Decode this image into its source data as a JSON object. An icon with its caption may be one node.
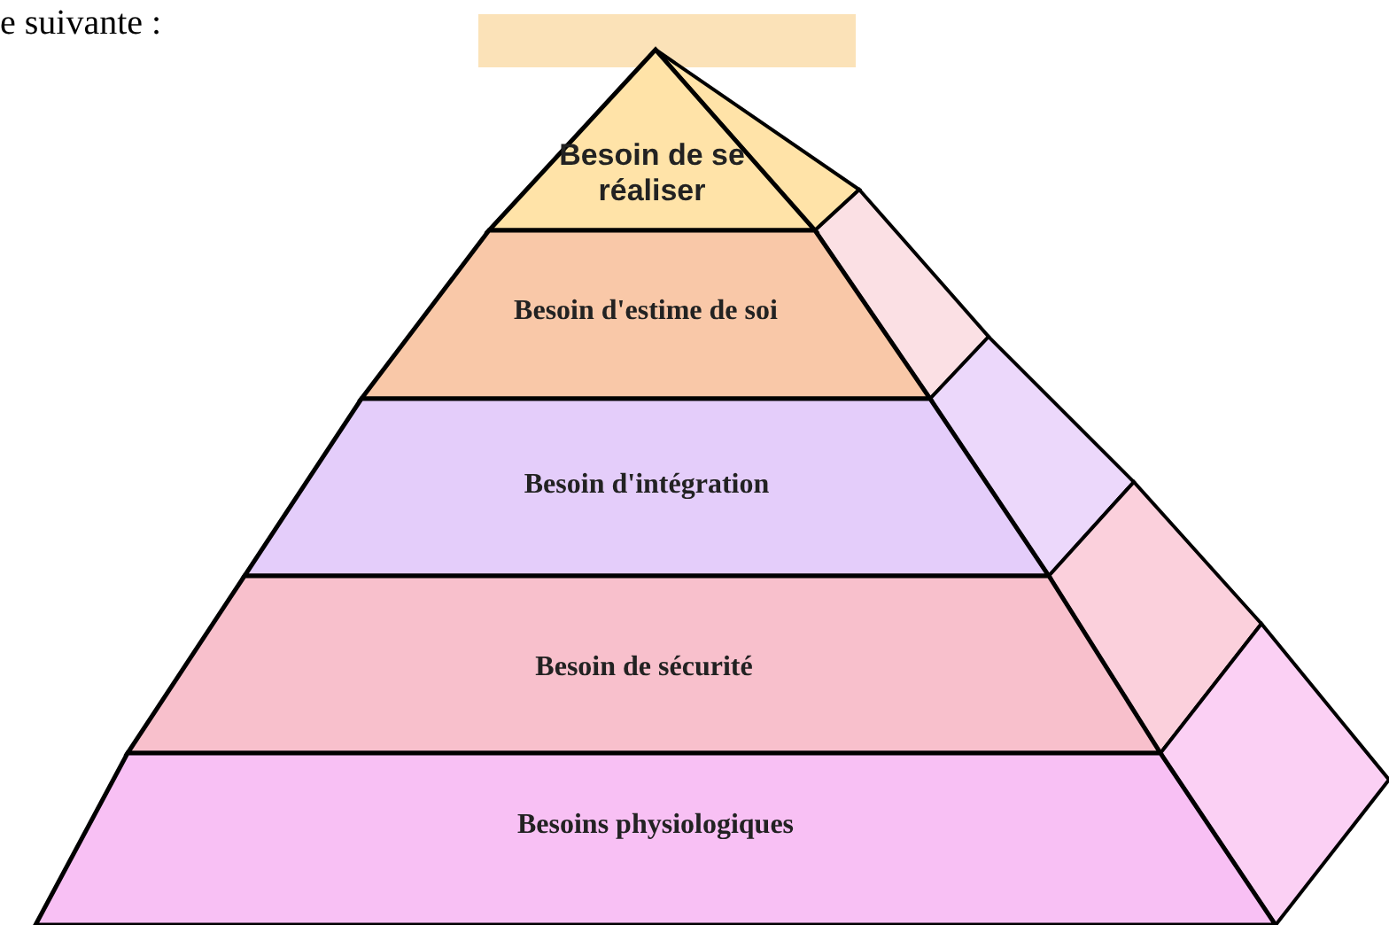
{
  "diagram": {
    "nodes": [
      {
        "text": [
          "Besoin de se réaliser"
        ]
      },
      {
        "text": [
          "Besoin d'estime de soi"
        ]
      },
      {
        "text": [
          "Besoin d'intégration"
        ]
      },
      {
        "text": [
          "Besoin de sécurité"
        ]
      },
      {
        "text": [
          "Besoins physiologiques"
        ]
      }
    ],
    "labels": [
      "e suivante :"
    ]
  }
}
